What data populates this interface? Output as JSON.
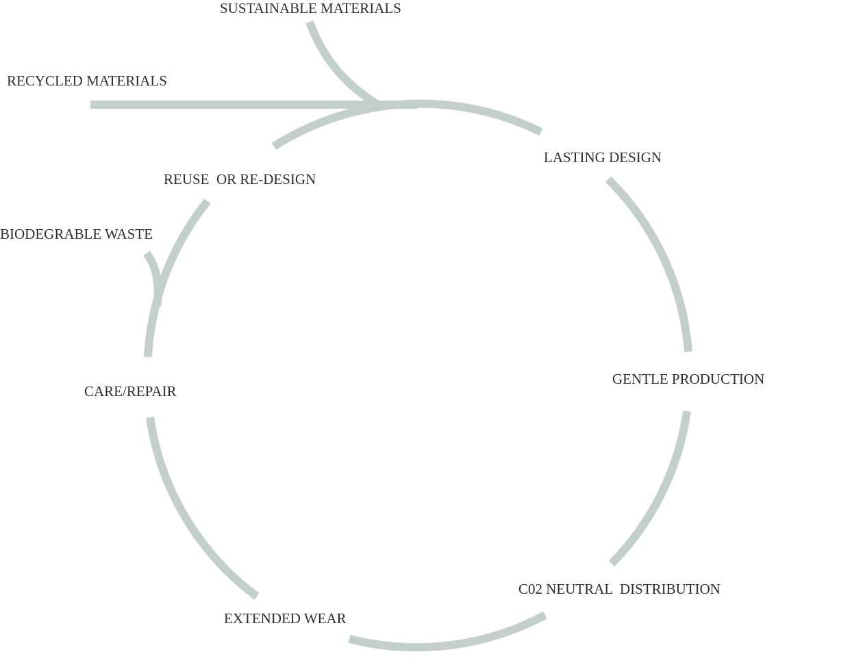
{
  "colors": {
    "line": "#c3cfca",
    "text": "#2e2e2e",
    "background": "#ffffff"
  },
  "labels": {
    "sustainable_materials": "SUSTAINABLE MATERIALS",
    "recycled_materials": "RECYCLED MATERIALS",
    "lasting_design": "LASTING DESIGN",
    "reuse_or_redesign": "REUSE  OR RE-DESIGN",
    "biodegradable_waste": "BIODEGRABLE WASTE",
    "gentle_production": "GENTLE PRODUCTION",
    "care_repair": "CARE/REPAIR",
    "co2_neutral_distribution": "C02 NEUTRAL  DISTRIBUTION",
    "extended_wear": "EXTENDED WEAR"
  }
}
